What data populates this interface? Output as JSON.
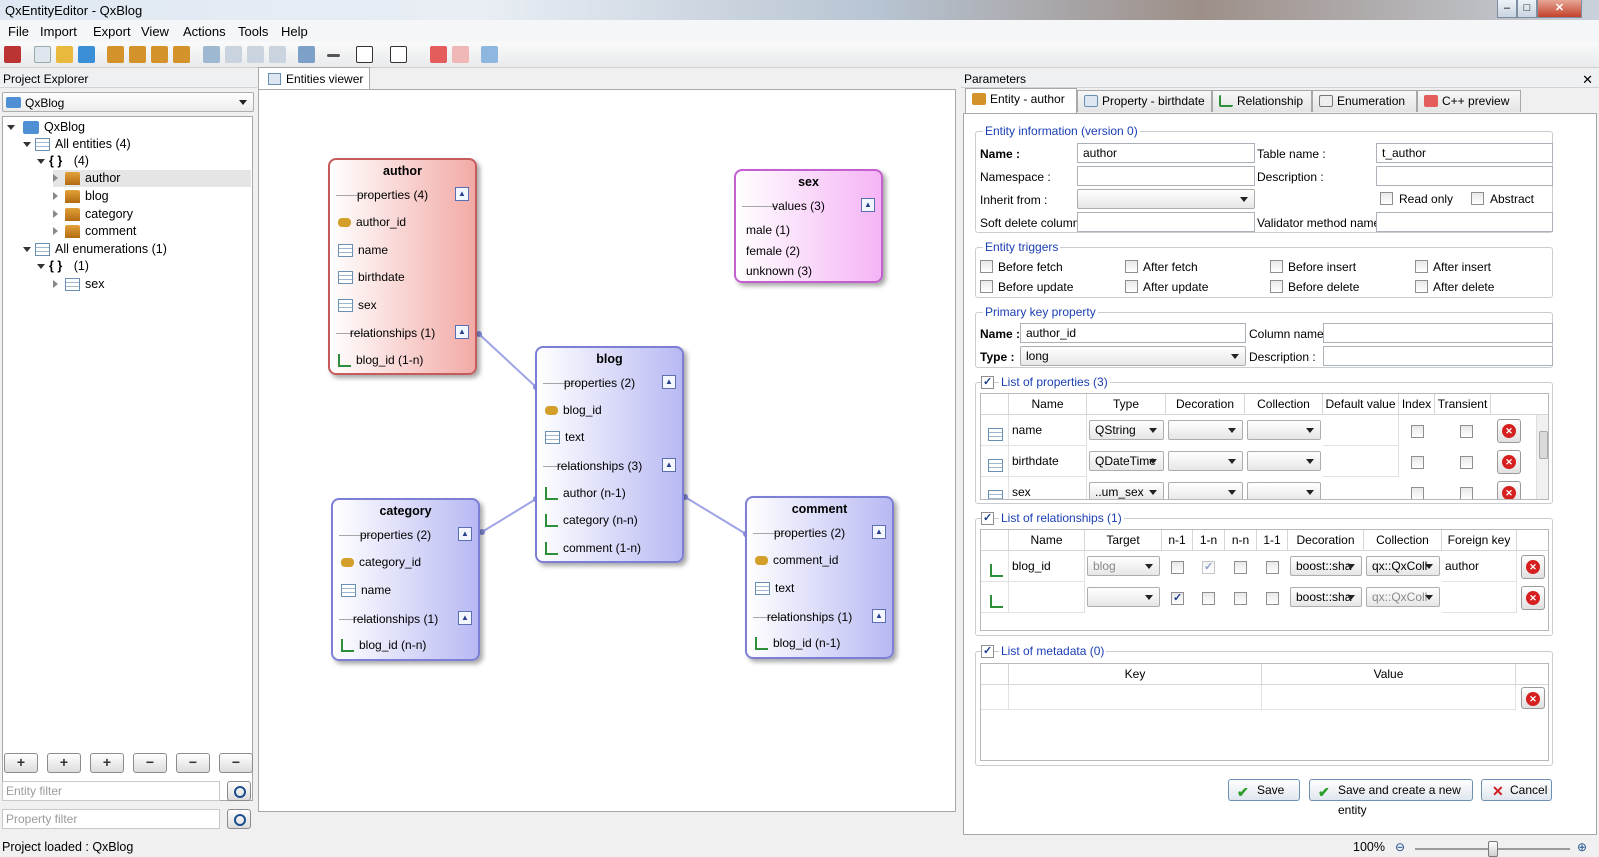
{
  "window": {
    "title": "QxEntityEditor - QxBlog"
  },
  "menu": [
    "File",
    "Import",
    "Export",
    "View",
    "Actions",
    "Tools",
    "Help"
  ],
  "explorer": {
    "title": "Project Explorer",
    "project": "QxBlog",
    "tree": {
      "root": "QxBlog",
      "all_entities": "All entities (4)",
      "ns_entities": "{ }",
      "ns_entities_count": "(4)",
      "entities": [
        "author",
        "blog",
        "category",
        "comment"
      ],
      "all_enums": "All enumerations (1)",
      "ns_enums": "{ }",
      "ns_enums_count": "(1)",
      "enums": [
        "sex"
      ]
    },
    "entity_filter_placeholder": "Entity filter",
    "property_filter_placeholder": "Property filter"
  },
  "viewer": {
    "tab": "Entities viewer",
    "entities": {
      "author": {
        "title": "author",
        "props": "properties (4)",
        "rels": "relationships (1)",
        "fields": [
          "author_id",
          "name",
          "birthdate",
          "sex"
        ],
        "relations": [
          "blog_id (1-n)"
        ]
      },
      "blog": {
        "title": "blog",
        "props": "properties (2)",
        "rels": "relationships (3)",
        "fields": [
          "blog_id",
          "text"
        ],
        "relations": [
          "author (n-1)",
          "category (n-n)",
          "comment (1-n)"
        ]
      },
      "category": {
        "title": "category",
        "props": "properties (2)",
        "rels": "relationships (1)",
        "fields": [
          "category_id",
          "name"
        ],
        "relations": [
          "blog_id (n-n)"
        ]
      },
      "comment": {
        "title": "comment",
        "props": "properties (2)",
        "rels": "relationships (1)",
        "fields": [
          "comment_id",
          "text"
        ],
        "relations": [
          "blog_id (n-1)"
        ]
      },
      "sex": {
        "title": "sex",
        "values_label": "values (3)",
        "values": [
          "male (1)",
          "female (2)",
          "unknown (3)"
        ]
      }
    }
  },
  "params": {
    "title": "Parameters",
    "tabs": [
      "Entity - author",
      "Property - birthdate",
      "Relationship",
      "Enumeration",
      "C++ preview"
    ],
    "entity_info": {
      "group": "Entity information (version 0)",
      "name_label": "Name :",
      "name": "author",
      "table_label": "Table name :",
      "table": "t_author",
      "namespace_label": "Namespace :",
      "namespace": "",
      "description_label": "Description :",
      "description": "",
      "inherit_label": "Inherit from :",
      "inherit": "",
      "readonly_label": "Read only",
      "abstract_label": "Abstract",
      "softdelete_label": "Soft delete column :",
      "validator_label": "Validator method name :"
    },
    "triggers": {
      "group": "Entity triggers",
      "items": [
        "Before fetch",
        "After fetch",
        "Before insert",
        "After insert",
        "Before update",
        "After update",
        "Before delete",
        "After delete"
      ]
    },
    "pk": {
      "group": "Primary key property",
      "name_label": "Name :",
      "name": "author_id",
      "column_label": "Column name :",
      "column": "",
      "type_label": "Type :",
      "type": "long",
      "desc_label": "Description :",
      "desc": ""
    },
    "properties": {
      "group": "List of properties (3)",
      "headers": [
        "Name",
        "Type",
        "Decoration",
        "Collection",
        "Default value",
        "Index",
        "Transient"
      ],
      "rows": [
        {
          "name": "name",
          "type": "QString"
        },
        {
          "name": "birthdate",
          "type": "QDateTime"
        },
        {
          "name": "sex",
          "type": "..um_sex"
        }
      ]
    },
    "relationships": {
      "group": "List of relationships (1)",
      "headers": [
        "Name",
        "Target",
        "n-1",
        "1-n",
        "n-n",
        "1-1",
        "Decoration",
        "Collection",
        "Foreign key"
      ],
      "rows": [
        {
          "name": "blog_id",
          "target": "blog",
          "decoration": "boost::sha",
          "collection": "qx::QxColl",
          "fk": "author"
        },
        {
          "name": "",
          "target": "",
          "decoration": "boost::sha",
          "collection": "qx::QxColl",
          "fk": ""
        }
      ]
    },
    "metadata": {
      "group": "List of metadata (0)",
      "headers": [
        "Key",
        "Value"
      ]
    },
    "buttons": {
      "save": "Save",
      "save_new": "Save and create a new entity",
      "cancel": "Cancel"
    }
  },
  "status": {
    "text": "Project loaded : QxBlog",
    "zoom": "100%",
    "zoom_level": 0.5
  }
}
